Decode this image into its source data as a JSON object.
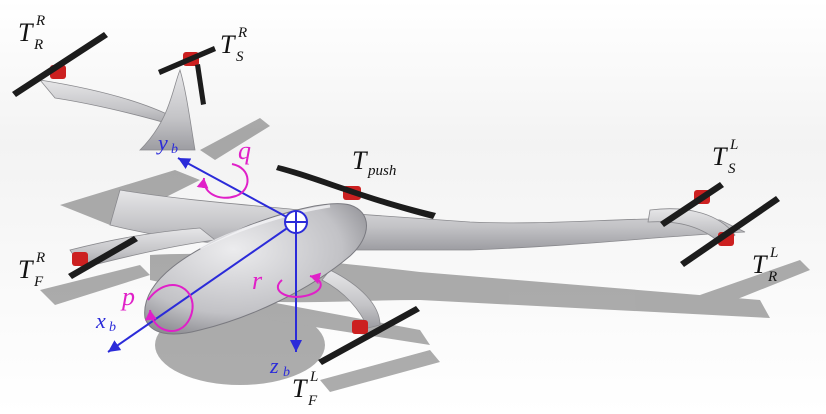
{
  "colors": {
    "axis": "#2b2bd9",
    "rotation": "#e020c8",
    "body_fill": "#c9c9cb",
    "body_dark": "#9a9a9e",
    "shadow": "#5a5a5a",
    "motor": "#cc2020",
    "prop": "#1c1c1c"
  },
  "thrust_labels": {
    "TRR": {
      "main": "T",
      "sub": "R",
      "sup": "R"
    },
    "TSR": {
      "main": "T",
      "sub": "S",
      "sup": "R"
    },
    "TFR": {
      "main": "T",
      "sub": "F",
      "sup": "R"
    },
    "TPUSH": {
      "main": "T",
      "sub": "push"
    },
    "TSL": {
      "main": "T",
      "sub": "S",
      "sup": "L"
    },
    "TRL": {
      "main": "T",
      "sub": "R",
      "sup": "L"
    },
    "TFL": {
      "main": "T",
      "sub": "F",
      "sup": "L"
    }
  },
  "axes": {
    "xb": {
      "main": "x",
      "sub": "b"
    },
    "yb": {
      "main": "y",
      "sub": "b"
    },
    "zb": {
      "main": "z",
      "sub": "b"
    }
  },
  "rotations": {
    "p": "p",
    "q": "q",
    "r": "r"
  }
}
